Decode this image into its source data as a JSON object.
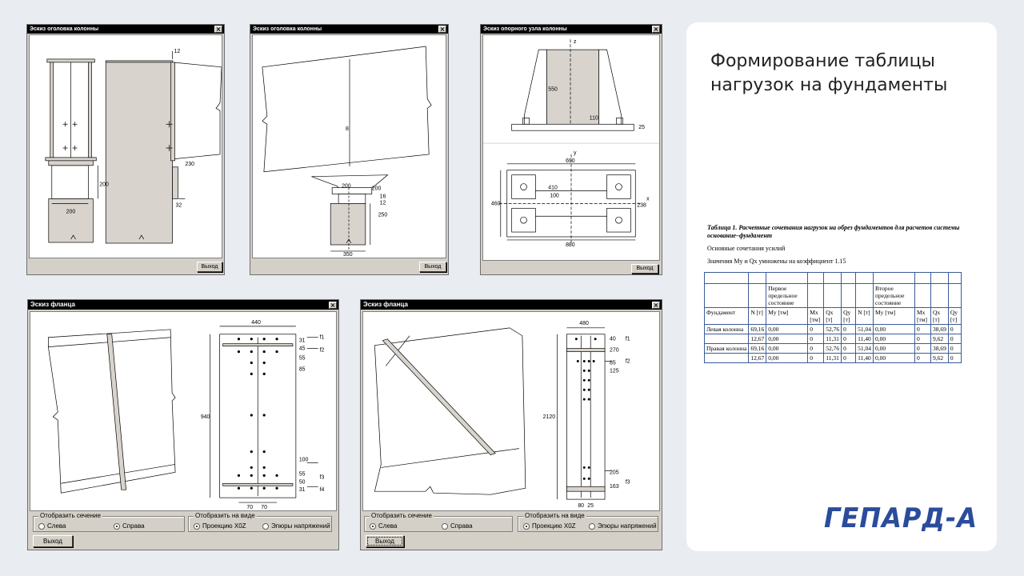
{
  "windows": {
    "w1": {
      "title": "Эскиз оголовка колонны",
      "exit_label": "Выход"
    },
    "w2": {
      "title": "Эскиз оголовка колонны",
      "exit_label": "Выход"
    },
    "w3": {
      "title": "Эскиз опорного узла колонны",
      "exit_label": "Выход"
    },
    "w4": {
      "title": "Эскиз фланца",
      "exit_label": "Выход",
      "section_group": "Отобразить сечение",
      "section_options": [
        "Слева",
        "Справа"
      ],
      "section_selected": "Справа",
      "view_group": "Отобразить на виде",
      "view_options": [
        "Проекцию X0Z",
        "Эпюры напряжений"
      ],
      "view_selected": "Проекцию X0Z"
    },
    "w5": {
      "title": "Эскиз фланца",
      "exit_label": "Выход",
      "section_group": "Отобразить сечение",
      "section_options": [
        "Слева",
        "Справа"
      ],
      "section_selected": "Слева",
      "view_group": "Отобразить на виде",
      "view_options": [
        "Проекцию X0Z",
        "Эпюры напряжений"
      ],
      "view_selected": "Проекцию X0Z"
    }
  },
  "dims": {
    "w1": [
      "12",
      "230",
      "200",
      "200",
      "32"
    ],
    "w2": [
      "8",
      "200",
      "200",
      "16",
      "12",
      "250",
      "350"
    ],
    "w3": [
      "z",
      "550",
      "110",
      "25",
      "y",
      "690",
      "460",
      "410",
      "100",
      "x",
      "238",
      "880"
    ],
    "w4": [
      "440",
      "940",
      "31",
      "45",
      "55",
      "85",
      "100",
      "55",
      "50",
      "31",
      "70",
      "70",
      "f1",
      "f2",
      "f3",
      "f4"
    ],
    "w5": [
      "480",
      "40",
      "270",
      "85",
      "125",
      "2120",
      "205",
      "163",
      "80",
      "25",
      "f1",
      "f2",
      "f3"
    ]
  },
  "panel": {
    "title": "Формирование таблицы нагрузок на фундаменты",
    "table_caption": "Таблица 1. Расчетные сочетания нагрузок на обрез фундаментов для расчетов системы основание–фундамент",
    "subcaption": "Основные сочетания усилий",
    "note": "Значения My и Qx умножены на коэффициент 1.15",
    "group1": "Первое предельное состояние",
    "group2": "Второе предельное состояние",
    "headers": [
      "Фундамент",
      "N [т]",
      "My [тм]",
      "Mx [тм]",
      "Qx [т]",
      "Qy [т]",
      "N [т]",
      "My [тм]",
      "Mx [тм]",
      "Qx [т]",
      "Qy [т]"
    ],
    "rows": [
      {
        "name": "Левая колонна",
        "cells": [
          "69,16",
          "0,00",
          "0",
          "52,76",
          "0",
          "51,04",
          "0,00",
          "0",
          "38,69",
          "0"
        ]
      },
      {
        "name": "",
        "cells": [
          "12,67",
          "0,00",
          "0",
          "11,31",
          "0",
          "11,40",
          "0,00",
          "0",
          "9,62",
          "0"
        ]
      },
      {
        "name": "Правая колонна",
        "cells": [
          "69,16",
          "0,00",
          "0",
          "52,76",
          "0",
          "51,04",
          "0,00",
          "0",
          "38,69",
          "0"
        ]
      },
      {
        "name": "",
        "cells": [
          "12,67",
          "0,00",
          "0",
          "11,31",
          "0",
          "11,40",
          "0,00",
          "0",
          "9,62",
          "0"
        ]
      }
    ],
    "logo": "ГЕПАРД-А",
    "colors": {
      "logo": "#2b4c9b",
      "table_border": "#3b5c9a"
    }
  }
}
